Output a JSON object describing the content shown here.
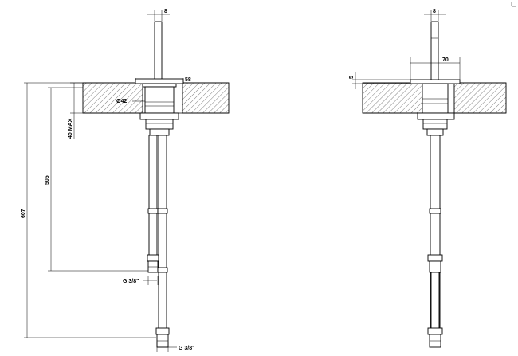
{
  "views": {
    "side": {
      "dimensions": {
        "spout_diameter": "8",
        "flange_width": "58",
        "body_diameter": "Ø42",
        "deck_thickness_max": "40 MAX",
        "length_to_upper_nut": "505",
        "overall_length": "607",
        "upper_thread": "G 3/8\"",
        "lower_thread": "G 3/8\""
      }
    },
    "front": {
      "dimensions": {
        "spout_diameter": "8",
        "flange_width": "70",
        "flange_height": "5"
      }
    }
  },
  "colors": {
    "ink": "#000000",
    "hatch": "#000000",
    "background": "#ffffff"
  }
}
